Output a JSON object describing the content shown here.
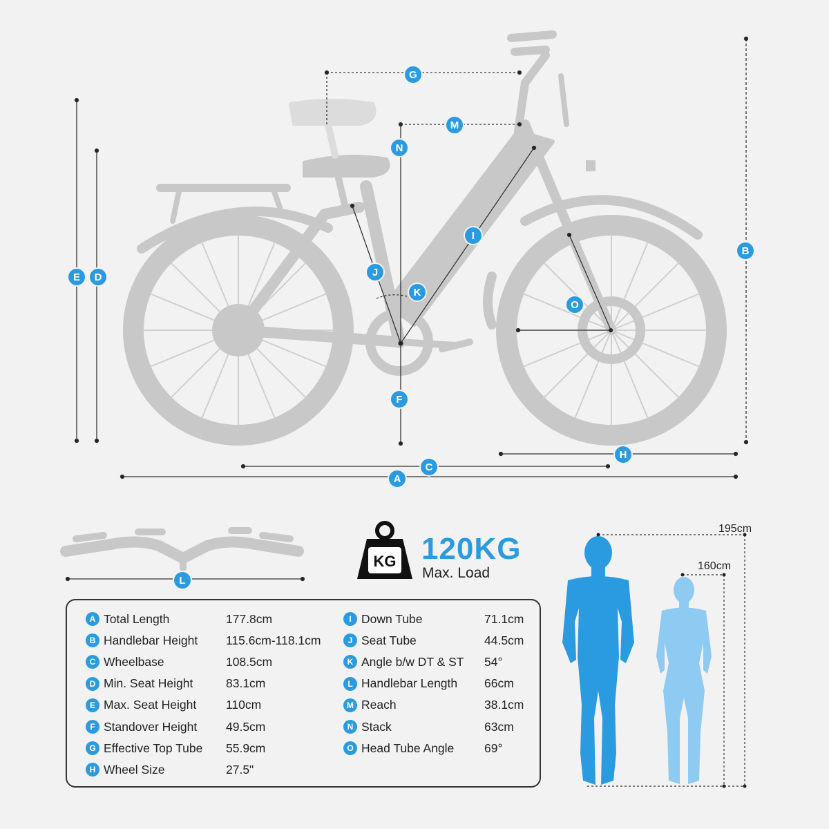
{
  "colors": {
    "accent": "#2a9be0",
    "bike": "#c8c8c8",
    "man": "#2a9be0",
    "woman": "#8fcaf2",
    "background": "#f2f2f2"
  },
  "dimension_labels": [
    "G",
    "M",
    "N",
    "I",
    "J",
    "K",
    "O",
    "E",
    "D",
    "B",
    "F",
    "H",
    "C",
    "A",
    "L"
  ],
  "load": {
    "icon": "weight-kg-icon",
    "icon_text": "KG",
    "value": "120KG",
    "label": "Max. Load"
  },
  "heights": {
    "tall": "195cm",
    "short": "160cm"
  },
  "specs_left": [
    {
      "key": "A",
      "name": "Total Length",
      "value": "177.8cm"
    },
    {
      "key": "B",
      "name": "Handlebar Height",
      "value": "115.6cm-118.1cm"
    },
    {
      "key": "C",
      "name": "Wheelbase",
      "value": "108.5cm"
    },
    {
      "key": "D",
      "name": "Min. Seat Height",
      "value": "83.1cm"
    },
    {
      "key": "E",
      "name": "Max. Seat Height",
      "value": "110cm"
    },
    {
      "key": "F",
      "name": "Standover Height",
      "value": "49.5cm"
    },
    {
      "key": "G",
      "name": "Effective Top Tube",
      "value": "55.9cm"
    },
    {
      "key": "H",
      "name": "Wheel Size",
      "value": "27.5\""
    }
  ],
  "specs_right": [
    {
      "key": "I",
      "name": "Down Tube",
      "value": "71.1cm"
    },
    {
      "key": "J",
      "name": "Seat Tube",
      "value": "44.5cm"
    },
    {
      "key": "K",
      "name": "Angle b/w DT & ST",
      "value": "54°"
    },
    {
      "key": "L",
      "name": "Handlebar Length",
      "value": "66cm"
    },
    {
      "key": "M",
      "name": "Reach",
      "value": "38.1cm"
    },
    {
      "key": "N",
      "name": "Stack",
      "value": "63cm"
    },
    {
      "key": "O",
      "name": "Head Tube Angle",
      "value": "69°"
    }
  ]
}
